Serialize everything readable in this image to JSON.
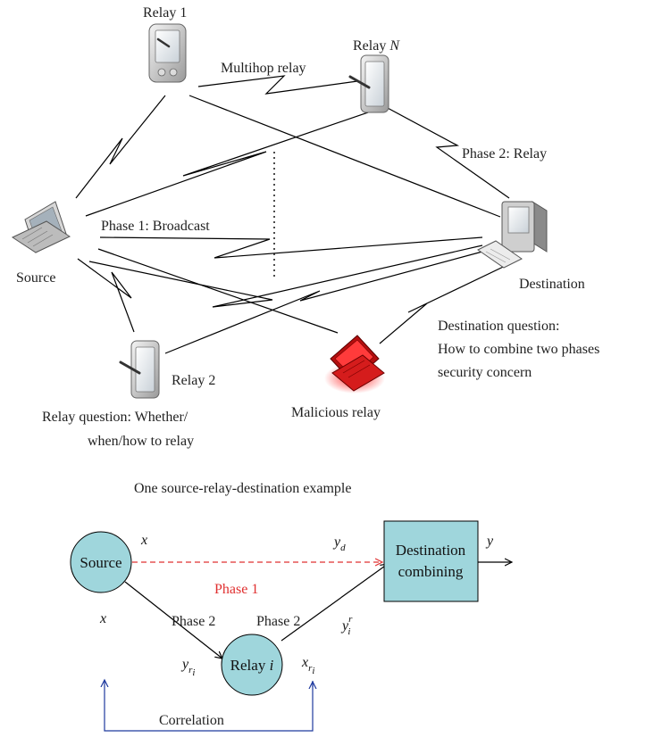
{
  "top": {
    "relay1": "Relay 1",
    "relayN_prefix": "Relay",
    "relayN_suffix": "N",
    "multihop": "Multihop relay",
    "phase2_relay": "Phase 2: Relay",
    "phase1_broadcast": "Phase 1: Broadcast",
    "source": "Source",
    "destination": "Destination",
    "dest_q1": "Destination question:",
    "dest_q2": "How to combine two phases",
    "dest_q3": "security concern",
    "relay2": "Relay 2",
    "relay_q1": "Relay question: Whether/",
    "relay_q2": "when/how to relay",
    "malicious": "Malicious relay"
  },
  "bottom": {
    "title": "One source-relay-destination example",
    "source": "Source",
    "relay_prefix": "Relay",
    "relay_suffix": "i",
    "dest1": "Destination",
    "dest2": "combining",
    "x_top": "x",
    "yd": "y",
    "yd_sub": "d",
    "y_out": "y",
    "phase1": "Phase 1",
    "phase2_left": "Phase 2",
    "phase2_right": "Phase 2",
    "yir": "y",
    "yir_sub": "i",
    "yir_sup": "r",
    "x_left": "x",
    "yri": "y",
    "yri_sub": "r",
    "yri_subsub": "i",
    "xri": "x",
    "xri_sub": "r",
    "xri_subsub": "i",
    "correlation": "Correlation"
  },
  "colors": {
    "phase1": "#e03030",
    "node_fill": "#9fd6dc",
    "feedback": "#1f3a9e",
    "malicious": "#d11a1a"
  },
  "icons": {
    "relay1": "pda-device-icon",
    "relayN": "tablet-device-icon",
    "relay2": "tablet-device-icon",
    "source": "laptop-icon",
    "destination": "desktop-computer-icon",
    "malicious": "red-laptop-icon"
  }
}
